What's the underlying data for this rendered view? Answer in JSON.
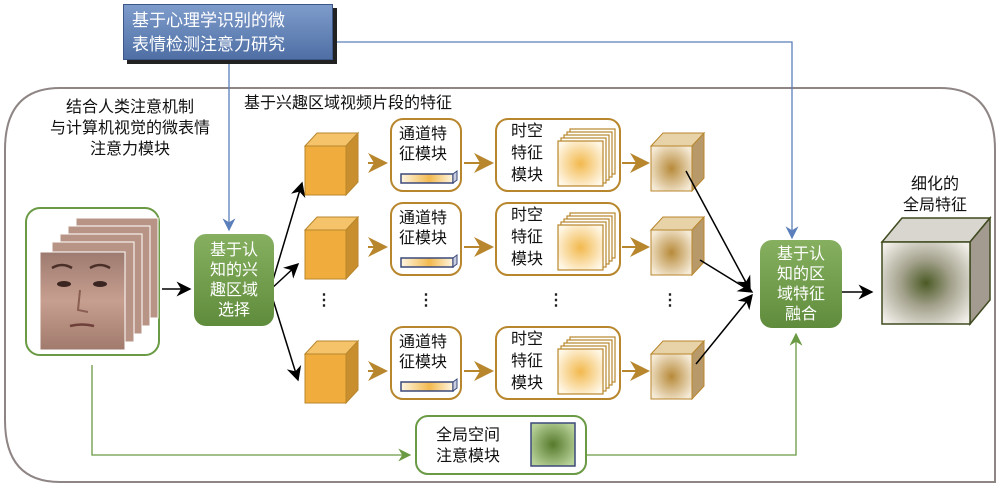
{
  "title_box": {
    "line1": "基于心理学识别的微",
    "line2": "表情检测注意力研究"
  },
  "left_label": {
    "line1": "结合人类注意机制",
    "line2": "与计算机视觉的微表情",
    "line3": "注意力模块"
  },
  "section_label": "基于兴趣区域视频片段的特征",
  "input": {
    "name": "face-frames",
    "frame_count": 5
  },
  "roi_selection": {
    "line1": "基于认",
    "line2": "知的兴",
    "line3": "趣区域",
    "line4": "选择"
  },
  "branches": [
    {
      "channel": {
        "line1": "通道特",
        "line2": "征模块"
      },
      "spatiotemporal": {
        "line1": "时空",
        "line2": "特征",
        "line3": "模块"
      }
    },
    {
      "channel": {
        "line1": "通道特",
        "line2": "征模块"
      },
      "spatiotemporal": {
        "line1": "时空",
        "line2": "特征",
        "line3": "模块"
      }
    },
    {
      "channel": {
        "line1": "通道特",
        "line2": "征模块"
      },
      "spatiotemporal": {
        "line1": "时空",
        "line2": "特征",
        "line3": "模块"
      }
    }
  ],
  "ellipsis": "⋮",
  "fusion": {
    "line1": "基于认",
    "line2": "知的区",
    "line3": "域特征",
    "line4": "融合"
  },
  "output_label": {
    "line1": "细化的",
    "line2": "全局特征"
  },
  "global_attention": {
    "line1": "全局空间",
    "line2": "注意模块"
  },
  "colors": {
    "blue_line": "#5b7fba",
    "green": "#6a9a44",
    "orange_cube": "#f0ad3d",
    "brown_arrow": "#b8862c",
    "frame_border": "#8f8585"
  }
}
